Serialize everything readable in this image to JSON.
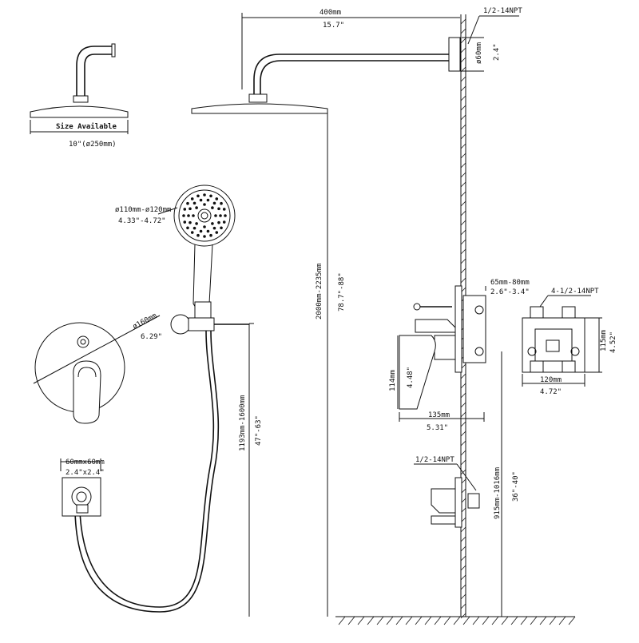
{
  "labels": {
    "size_available": "Size Available",
    "head_size": "10\"(ø250mm)",
    "arm_length_mm": "400mm",
    "arm_length_in": "15.7\"",
    "npt_top": "1/2-14NPT",
    "flange_mm": "ø60mm",
    "flange_in": "2.4\"",
    "handheld_mm": "ø110mm-ø120mm",
    "handheld_in": "4.33\"-4.72\"",
    "trim_mm": "ø160mm",
    "trim_in": "6.29\"",
    "outlet_mm": "60mmx60mm",
    "outlet_in": "2.4\"x2.4\"",
    "slide_height_mm": "1193mm-1600mm",
    "slide_height_in": "47\"-63\"",
    "head_height_mm": "2000mm-2235mm",
    "head_height_in": "78.7\"-88\"",
    "depth_mm": "65mm-80mm",
    "depth_in": "2.6\"-3.4\"",
    "handle_height_mm": "114mm",
    "handle_height_in": "4.48\"",
    "handle_width_mm": "135mm",
    "handle_width_in": "5.31\"",
    "npt_valve": "4-1/2-14NPT",
    "valve_height_mm": "115mm",
    "valve_height_in": "4.52\"",
    "valve_width_mm": "120mm",
    "valve_width_in": "4.72\"",
    "npt_lower": "1/2-14NPT",
    "valve_pos_mm": "915mm-1016mm",
    "valve_pos_in": "36\"-40\""
  },
  "icons": [
    "shower-head-icon",
    "hand-shower-icon",
    "trim-plate-icon",
    "valve-body-icon",
    "wall-hatch-icon"
  ]
}
